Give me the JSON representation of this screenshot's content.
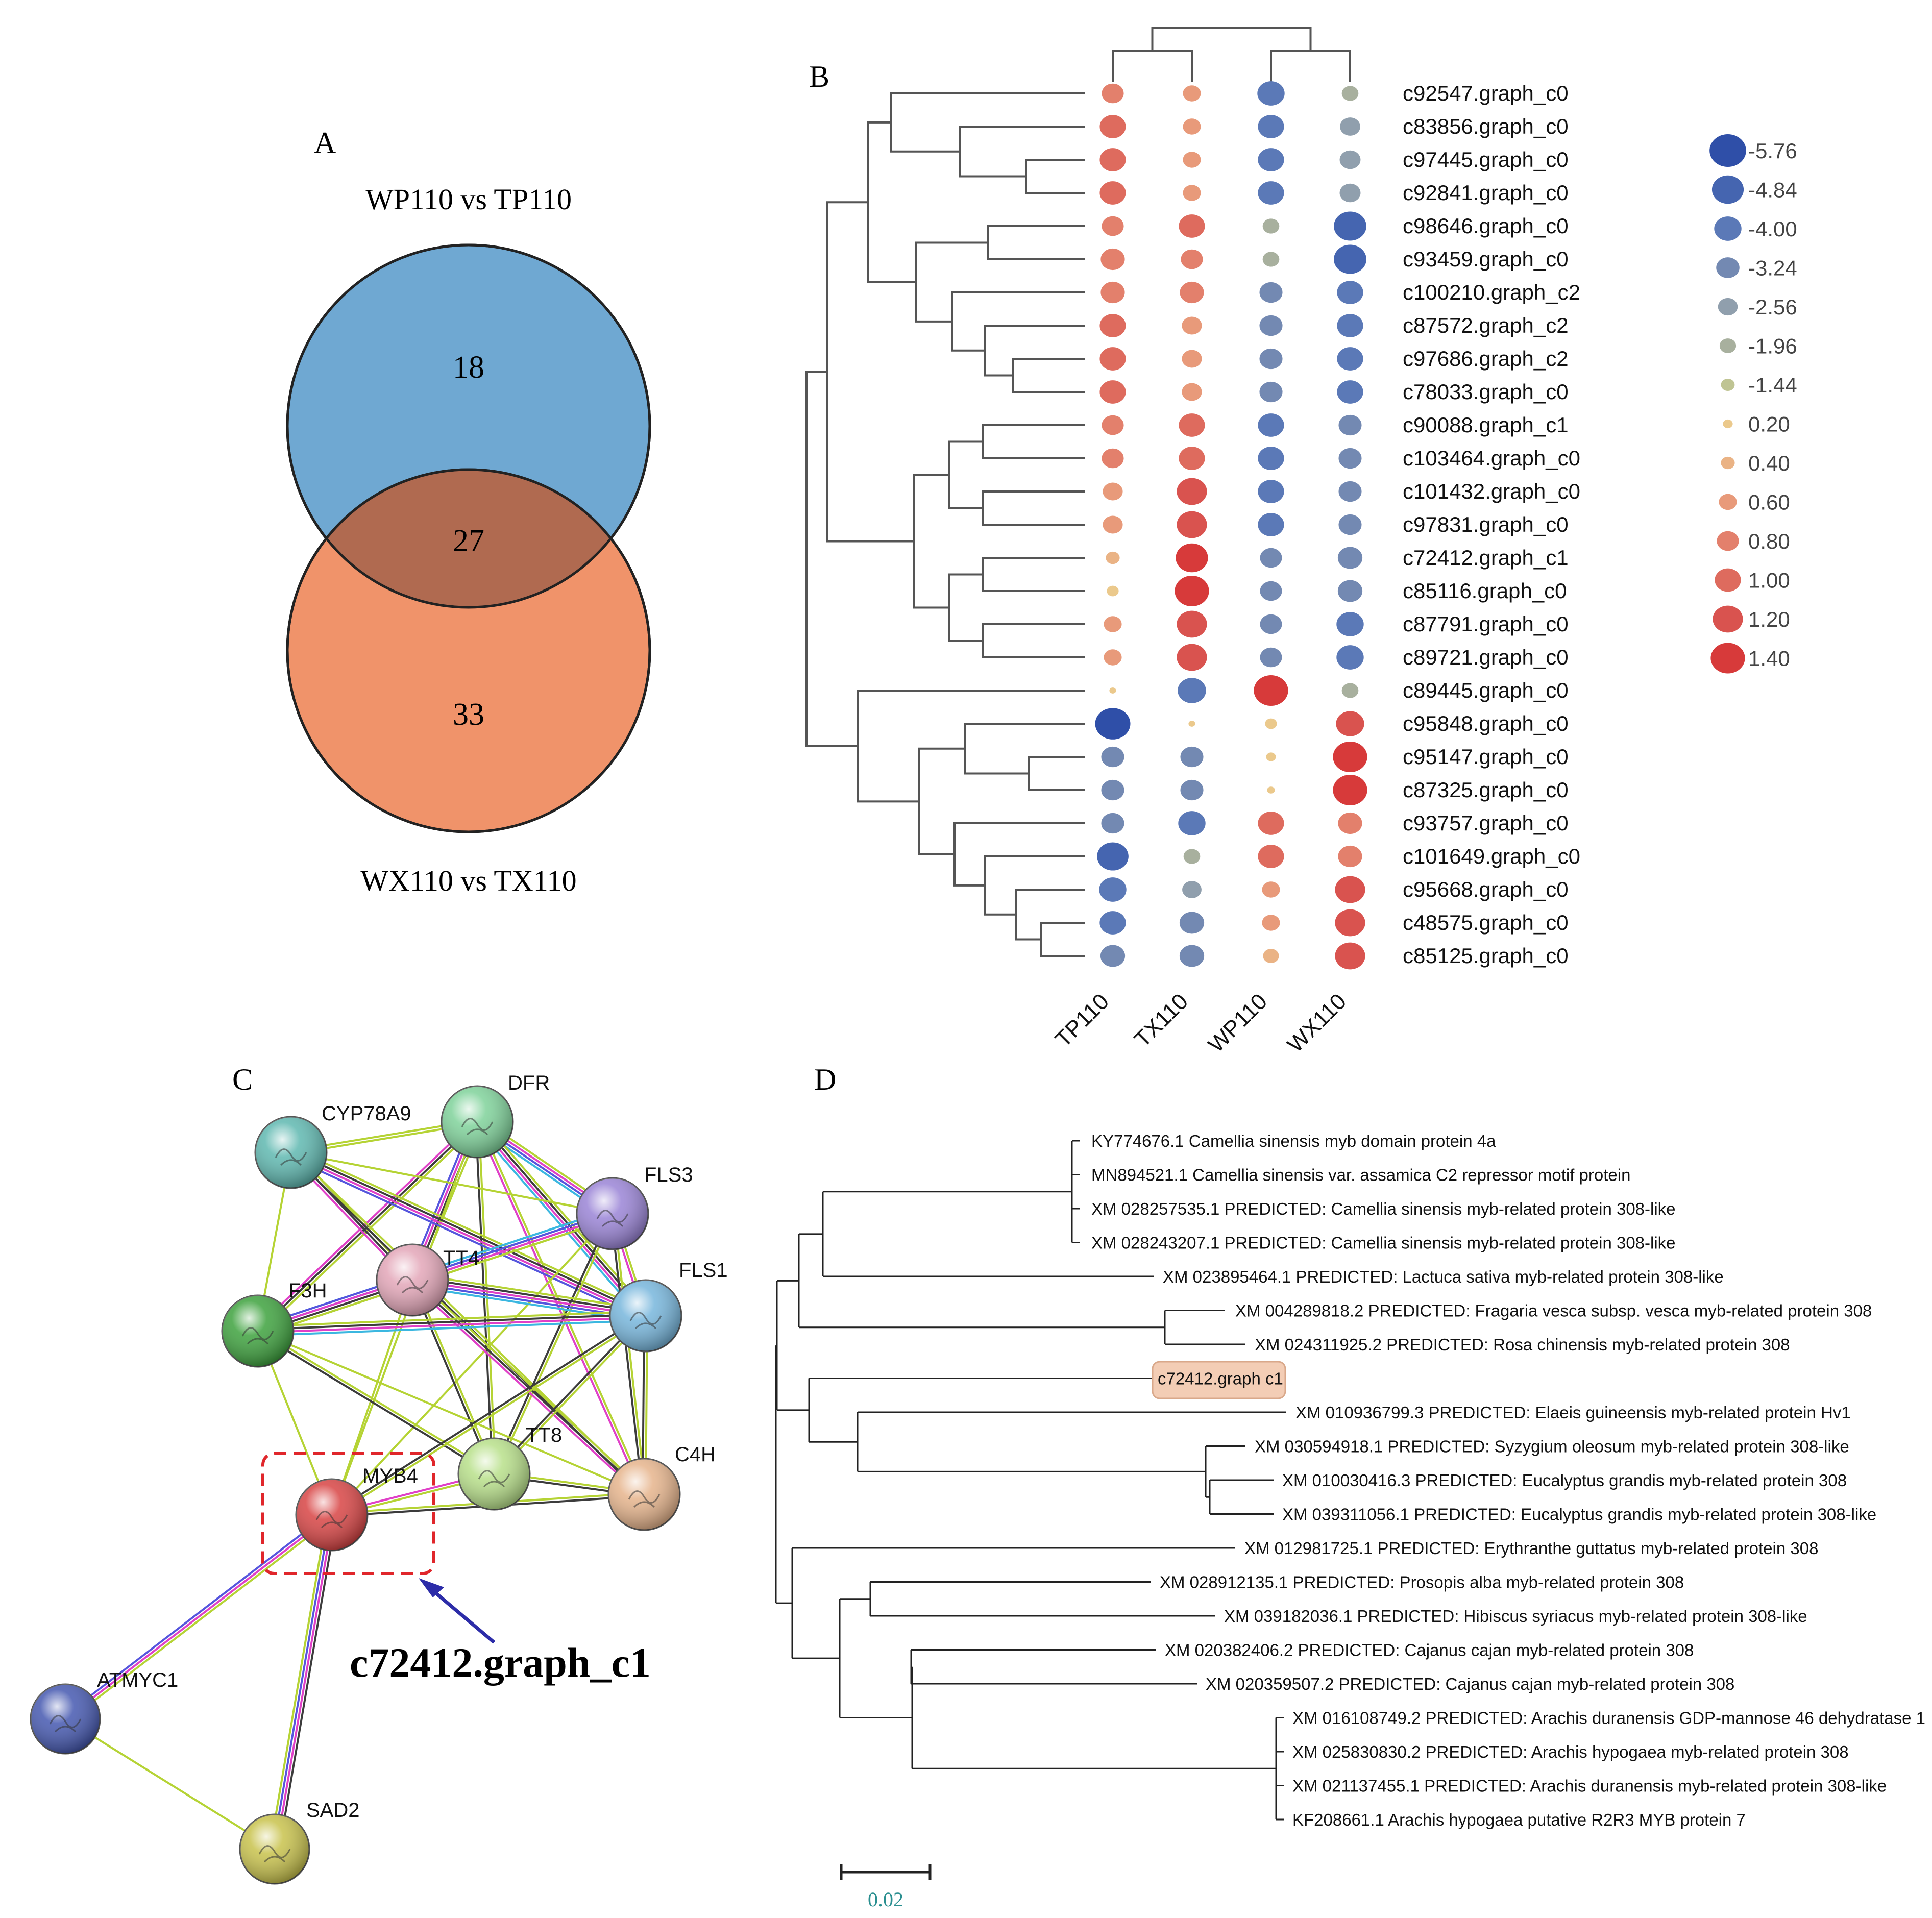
{
  "panels": {
    "A": "A",
    "B": "B",
    "C": "C",
    "D": "D"
  },
  "venn": {
    "top_label": "WP110 vs TP110",
    "bottom_label": "WX110 vs TX110",
    "only_top": "18",
    "overlap": "27",
    "only_bottom": "33",
    "colors": {
      "top": "#6FA8D2",
      "bottom": "#F0936A",
      "overlap": "#B06A50"
    }
  },
  "heatmap": {
    "columns": [
      "TP110",
      "TX110",
      "WP110",
      "WX110"
    ],
    "genes": [
      {
        "id": "c92547.graph_c0",
        "values": [
          0.8,
          0.6,
          -4.0,
          -2.0
        ]
      },
      {
        "id": "c83856.graph_c0",
        "values": [
          1.0,
          0.6,
          -3.8,
          -2.7
        ]
      },
      {
        "id": "c97445.graph_c0",
        "values": [
          1.0,
          0.6,
          -3.8,
          -2.8
        ]
      },
      {
        "id": "c92841.graph_c0",
        "values": [
          1.0,
          0.6,
          -3.8,
          -2.8
        ]
      },
      {
        "id": "c98646.graph_c0",
        "values": [
          0.8,
          1.0,
          -2.0,
          -5.0
        ]
      },
      {
        "id": "c93459.graph_c0",
        "values": [
          0.9,
          0.8,
          -2.0,
          -5.0
        ]
      },
      {
        "id": "c100210.graph_c2",
        "values": [
          0.9,
          0.9,
          -3.2,
          -3.8
        ]
      },
      {
        "id": "c87572.graph_c2",
        "values": [
          1.0,
          0.7,
          -3.2,
          -3.8
        ]
      },
      {
        "id": "c97686.graph_c2",
        "values": [
          1.0,
          0.7,
          -3.2,
          -3.8
        ]
      },
      {
        "id": "c78033.graph_c0",
        "values": [
          1.0,
          0.7,
          -3.2,
          -3.8
        ]
      },
      {
        "id": "c90088.graph_c1",
        "values": [
          0.8,
          1.0,
          -3.8,
          -3.2
        ]
      },
      {
        "id": "c103464.graph_c0",
        "values": [
          0.8,
          1.0,
          -3.8,
          -3.2
        ]
      },
      {
        "id": "c101432.graph_c0",
        "values": [
          0.7,
          1.2,
          -3.8,
          -3.2
        ]
      },
      {
        "id": "c97831.graph_c0",
        "values": [
          0.7,
          1.2,
          -3.8,
          -3.2
        ]
      },
      {
        "id": "c72412.graph_c1",
        "values": [
          0.4,
          1.3,
          -3.0,
          -3.5
        ]
      },
      {
        "id": "c85116.graph_c0",
        "values": [
          0.3,
          1.4,
          -3.0,
          -3.5
        ]
      },
      {
        "id": "c87791.graph_c0",
        "values": [
          0.6,
          1.2,
          -3.0,
          -4.0
        ]
      },
      {
        "id": "c89721.graph_c0",
        "values": [
          0.6,
          1.2,
          -3.0,
          -4.0
        ]
      },
      {
        "id": "c89445.graph_c0",
        "values": [
          0.05,
          -4.2,
          1.4,
          -2.0
        ]
      },
      {
        "id": "c95848.graph_c0",
        "values": [
          -5.5,
          0.05,
          0.3,
          1.1
        ]
      },
      {
        "id": "c95147.graph_c0",
        "values": [
          -3.2,
          -3.2,
          0.2,
          1.4
        ]
      },
      {
        "id": "c87325.graph_c0",
        "values": [
          -3.2,
          -3.2,
          0.1,
          1.4
        ]
      },
      {
        "id": "c93757.graph_c0",
        "values": [
          -3.2,
          -4.0,
          1.0,
          0.9
        ]
      },
      {
        "id": "c101649.graph_c0",
        "values": [
          -4.8,
          -2.0,
          1.0,
          0.9
        ]
      },
      {
        "id": "c95668.graph_c0",
        "values": [
          -4.0,
          -2.5,
          0.6,
          1.2
        ]
      },
      {
        "id": "c48575.graph_c0",
        "values": [
          -3.8,
          -3.5,
          0.6,
          1.2
        ]
      },
      {
        "id": "c85125.graph_c0",
        "values": [
          -3.5,
          -3.5,
          0.5,
          1.2
        ]
      }
    ],
    "legend": [
      "-5.76",
      "-4.84",
      "-4.00",
      "-3.24",
      "-2.56",
      "-1.96",
      "-1.44",
      "0.20",
      "0.40",
      "0.60",
      "0.80",
      "1.00",
      "1.20",
      "1.40"
    ],
    "legend_colors": [
      "#2F4FA8",
      "#4565B0",
      "#5B79B7",
      "#7389B2",
      "#909FAD",
      "#A8B09E",
      "#BFC493",
      "#EBC98C",
      "#EAB385",
      "#E89A7A",
      "#E3806C",
      "#DE6B5E",
      "#D9534F",
      "#D73A3A"
    ]
  },
  "network": {
    "nodes": [
      {
        "id": "DFR",
        "label": "DFR",
        "color": "#7FD29A"
      },
      {
        "id": "CYP78A9",
        "label": "CYP78A9",
        "color": "#5FB8B0"
      },
      {
        "id": "FLS3",
        "label": "FLS3",
        "color": "#9A84D6"
      },
      {
        "id": "TT4",
        "label": "TT4",
        "color": "#E3A6B8"
      },
      {
        "id": "F3H",
        "label": "F3H",
        "color": "#3EA23E"
      },
      {
        "id": "FLS1",
        "label": "FLS1",
        "color": "#77B6DC"
      },
      {
        "id": "TT8",
        "label": "TT8",
        "color": "#B8E08A"
      },
      {
        "id": "C4H",
        "label": "C4H",
        "color": "#E6B48C"
      },
      {
        "id": "MYB4",
        "label": "MYB4",
        "color": "#D84444"
      },
      {
        "id": "ATMYC1",
        "label": "ATMYC1",
        "color": "#4558B0"
      },
      {
        "id": "SAD2",
        "label": "SAD2",
        "color": "#C8C24C"
      }
    ],
    "highlight_label": "c72412.graph_c1"
  },
  "tree": {
    "taxa": [
      "KY774676.1 Camellia sinensis myb domain protein 4a",
      "MN894521.1 Camellia sinensis var. assamica C2 repressor motif protein",
      "XM 028257535.1 PREDICTED: Camellia sinensis myb-related protein 308-like",
      "XM 028243207.1 PREDICTED: Camellia sinensis myb-related protein 308-like",
      "XM 023895464.1 PREDICTED: Lactuca sativa myb-related protein 308-like",
      "XM 004289818.2 PREDICTED: Fragaria vesca subsp. vesca myb-related protein 308",
      "XM 024311925.2 PREDICTED: Rosa chinensis myb-related protein 308",
      "c72412.graph c1",
      "XM 010936799.3 PREDICTED: Elaeis guineensis myb-related protein Hv1",
      "XM 030594918.1 PREDICTED: Syzygium oleosum myb-related protein 308-like",
      "XM 010030416.3 PREDICTED: Eucalyptus grandis myb-related protein 308",
      "XM 039311056.1 PREDICTED: Eucalyptus grandis myb-related protein 308-like",
      "XM 012981725.1 PREDICTED: Erythranthe guttatus myb-related protein 308",
      "XM 028912135.1 PREDICTED: Prosopis alba myb-related protein 308",
      "XM 039182036.1 PREDICTED: Hibiscus syriacus myb-related protein 308-like",
      "XM 020382406.2 PREDICTED: Cajanus cajan myb-related protein 308",
      "XM 020359507.2 PREDICTED: Cajanus cajan myb-related protein 308",
      "XM 016108749.2 PREDICTED: Arachis duranensis GDP-mannose 46 dehydratase 1",
      "XM 025830830.2 PREDICTED: Arachis hypogaea myb-related protein 308",
      "XM 021137455.1 PREDICTED: Arachis duranensis myb-related protein 308-like",
      "KF208661.1 Arachis hypogaea putative R2R3 MYB protein 7"
    ],
    "scale_label": "0.02",
    "highlight_color": "#F3CDB5"
  }
}
